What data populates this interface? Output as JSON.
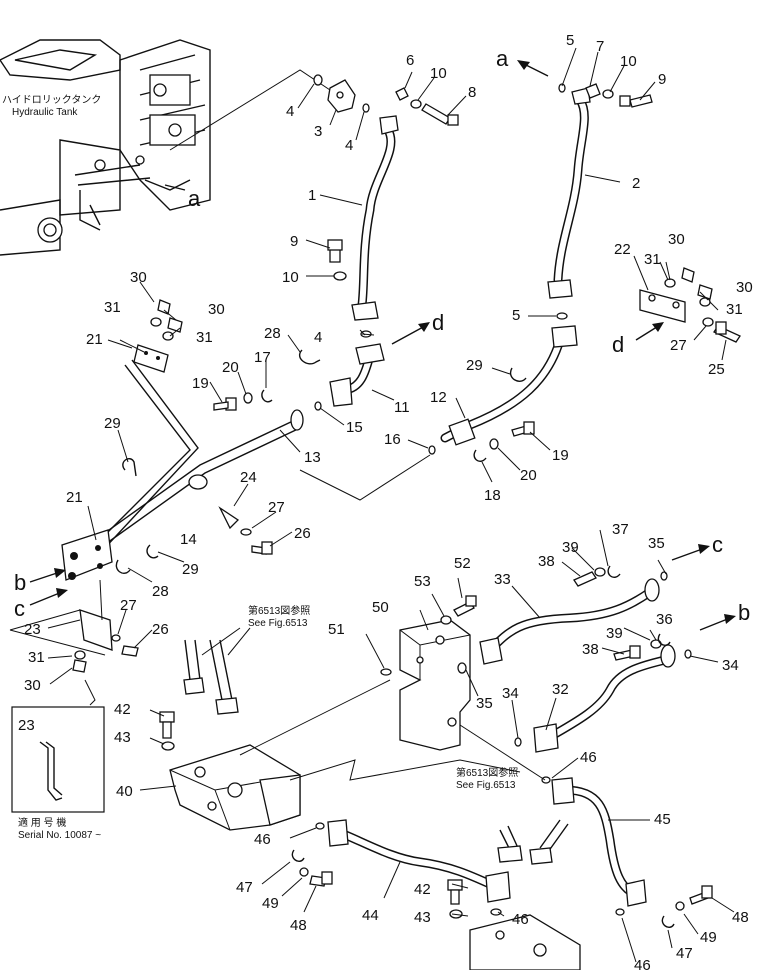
{
  "diagram": {
    "tank_label_jp": "ハイドロリックタンク",
    "tank_label_en": "Hydraulic Tank",
    "ref_jp_1": "第6513図参照",
    "ref_en_1": "See Fig.6513",
    "ref_jp_2": "第6513図参照",
    "ref_en_2": "See Fig.6513",
    "serial_jp": "適 用 号 機",
    "serial_en": "Serial No. 10087 ~",
    "inset_part": "23",
    "connector_letters": {
      "a_top": "a",
      "a_left": "a",
      "b_left": "b",
      "b_right": "b",
      "c_left": "c",
      "c_right": "c",
      "d_mid": "d",
      "d_right": "d"
    },
    "callouts": [
      {
        "id": "c1",
        "text": "1"
      },
      {
        "id": "c2",
        "text": "2"
      },
      {
        "id": "c3",
        "text": "3"
      },
      {
        "id": "c4a",
        "text": "4"
      },
      {
        "id": "c4b",
        "text": "4"
      },
      {
        "id": "c4c",
        "text": "4"
      },
      {
        "id": "c5a",
        "text": "5"
      },
      {
        "id": "c5b",
        "text": "5"
      },
      {
        "id": "c6",
        "text": "6"
      },
      {
        "id": "c7",
        "text": "7"
      },
      {
        "id": "c8",
        "text": "8"
      },
      {
        "id": "c9a",
        "text": "9"
      },
      {
        "id": "c9b",
        "text": "9"
      },
      {
        "id": "c10a",
        "text": "10"
      },
      {
        "id": "c10b",
        "text": "10"
      },
      {
        "id": "c10c",
        "text": "10"
      },
      {
        "id": "c11",
        "text": "11"
      },
      {
        "id": "c12",
        "text": "12"
      },
      {
        "id": "c13",
        "text": "13"
      },
      {
        "id": "c14",
        "text": "14"
      },
      {
        "id": "c15",
        "text": "15"
      },
      {
        "id": "c16",
        "text": "16"
      },
      {
        "id": "c17",
        "text": "17"
      },
      {
        "id": "c18",
        "text": "18"
      },
      {
        "id": "c19a",
        "text": "19"
      },
      {
        "id": "c19b",
        "text": "19"
      },
      {
        "id": "c20a",
        "text": "20"
      },
      {
        "id": "c20b",
        "text": "20"
      },
      {
        "id": "c21a",
        "text": "21"
      },
      {
        "id": "c21b",
        "text": "21"
      },
      {
        "id": "c22",
        "text": "22"
      },
      {
        "id": "c23a",
        "text": "23"
      },
      {
        "id": "c24",
        "text": "24"
      },
      {
        "id": "c25",
        "text": "25"
      },
      {
        "id": "c26a",
        "text": "26"
      },
      {
        "id": "c26b",
        "text": "26"
      },
      {
        "id": "c27a",
        "text": "27"
      },
      {
        "id": "c27b",
        "text": "27"
      },
      {
        "id": "c27c",
        "text": "27"
      },
      {
        "id": "c28a",
        "text": "28"
      },
      {
        "id": "c28b",
        "text": "28"
      },
      {
        "id": "c29a",
        "text": "29"
      },
      {
        "id": "c29b",
        "text": "29"
      },
      {
        "id": "c29c",
        "text": "29"
      },
      {
        "id": "c30a",
        "text": "30"
      },
      {
        "id": "c30b",
        "text": "30"
      },
      {
        "id": "c30c",
        "text": "30"
      },
      {
        "id": "c30d",
        "text": "30"
      },
      {
        "id": "c30e",
        "text": "30"
      },
      {
        "id": "c31a",
        "text": "31"
      },
      {
        "id": "c31b",
        "text": "31"
      },
      {
        "id": "c31c",
        "text": "31"
      },
      {
        "id": "c31d",
        "text": "31"
      },
      {
        "id": "c31e",
        "text": "31"
      },
      {
        "id": "c32",
        "text": "32"
      },
      {
        "id": "c33",
        "text": "33"
      },
      {
        "id": "c34a",
        "text": "34"
      },
      {
        "id": "c34b",
        "text": "34"
      },
      {
        "id": "c35a",
        "text": "35"
      },
      {
        "id": "c35b",
        "text": "35"
      },
      {
        "id": "c36",
        "text": "36"
      },
      {
        "id": "c37",
        "text": "37"
      },
      {
        "id": "c38a",
        "text": "38"
      },
      {
        "id": "c38b",
        "text": "38"
      },
      {
        "id": "c39a",
        "text": "39"
      },
      {
        "id": "c39b",
        "text": "39"
      },
      {
        "id": "c40",
        "text": "40"
      },
      {
        "id": "c42a",
        "text": "42"
      },
      {
        "id": "c42b",
        "text": "42"
      },
      {
        "id": "c43a",
        "text": "43"
      },
      {
        "id": "c43b",
        "text": "43"
      },
      {
        "id": "c44",
        "text": "44"
      },
      {
        "id": "c45",
        "text": "45"
      },
      {
        "id": "c46a",
        "text": "46"
      },
      {
        "id": "c46b",
        "text": "46"
      },
      {
        "id": "c46c",
        "text": "46"
      },
      {
        "id": "c46d",
        "text": "46"
      },
      {
        "id": "c47a",
        "text": "47"
      },
      {
        "id": "c47b",
        "text": "47"
      },
      {
        "id": "c48a",
        "text": "48"
      },
      {
        "id": "c48b",
        "text": "48"
      },
      {
        "id": "c49a",
        "text": "49"
      },
      {
        "id": "c49b",
        "text": "49"
      },
      {
        "id": "c50",
        "text": "50"
      },
      {
        "id": "c51",
        "text": "51"
      },
      {
        "id": "c52",
        "text": "52"
      },
      {
        "id": "c53",
        "text": "53"
      }
    ]
  }
}
